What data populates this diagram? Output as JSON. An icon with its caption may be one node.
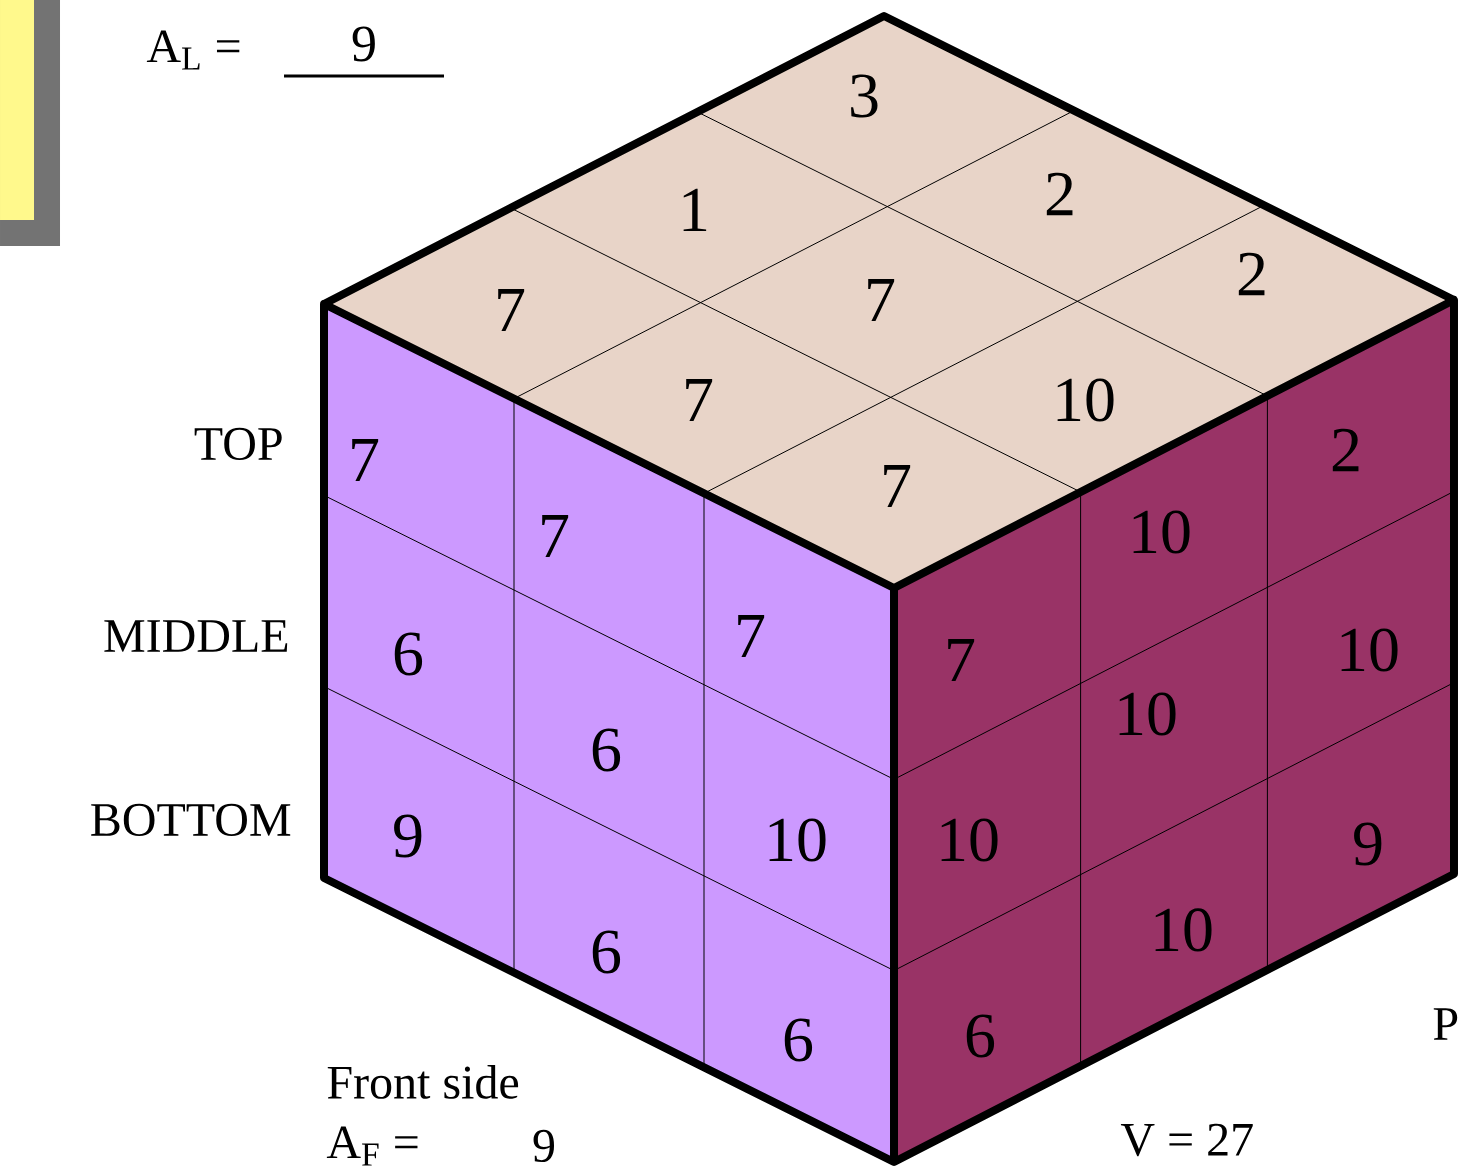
{
  "diagram": {
    "labels": [
      "A$_{L}$ =",
      "9",
      "3",
      "1",
      "2",
      "7",
      "7",
      "2",
      "7",
      "10",
      "TOP",
      "7",
      "2",
      "7",
      "7",
      "10",
      "MIDDLE",
      "6",
      "7",
      "7",
      "10",
      "10",
      "6",
      "BOTTOM",
      "9",
      "10",
      "10",
      "9",
      "10",
      "6",
      "P",
      "6",
      "6",
      "Front side",
      "A$_{F}$ =",
      "9",
      "V = 27"
    ]
  }
}
